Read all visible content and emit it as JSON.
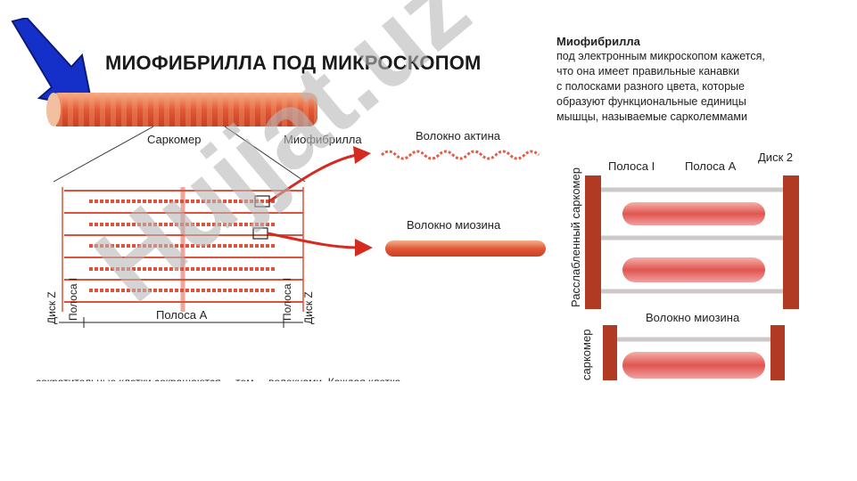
{
  "title": "МИОФИБРИЛЛА ПОД МИКРОСКОПОМ",
  "description": {
    "heading": "Миофибрилла",
    "lines": [
      "под электронным микроскопом кажется,",
      "что она имеет правильные канавки",
      "с полосками разного цвета, которые",
      "образуют функциональные единицы",
      "мышцы,  называемые сарколеммами"
    ]
  },
  "left_diagram": {
    "sarcomere_label": "Саркомер",
    "myofibril_label": "Миофибрилла",
    "actin_label": "Волокно актина",
    "myosin_label": "Волокно миозина",
    "disc_z_left": "Диск Z",
    "band_i_left": "Полоса I",
    "band_a": "Полоса A",
    "band_i_right": "Полоса I",
    "disc_z_right": "Диск Z"
  },
  "right_diagram": {
    "band_i": "Полоса I",
    "band_a": "Полоса A",
    "disc": "Диск 2",
    "relaxed_label": "Расслабленный саркомер",
    "myosin_label": "Волокно миозина",
    "sarcomere_partial": "саркомер"
  },
  "footer_text": "сократительные клетки сокращаются ... тем ... волокнами. Каждая клетка",
  "watermark": "Hujjat.uz",
  "colors": {
    "arrow_blue": "#1530c8",
    "myofibril_red": "#e05a3a",
    "disc_brown": "#b13a22",
    "filament_pink": "#f0a8a0",
    "watermark_gray": "#b8b8b8"
  }
}
